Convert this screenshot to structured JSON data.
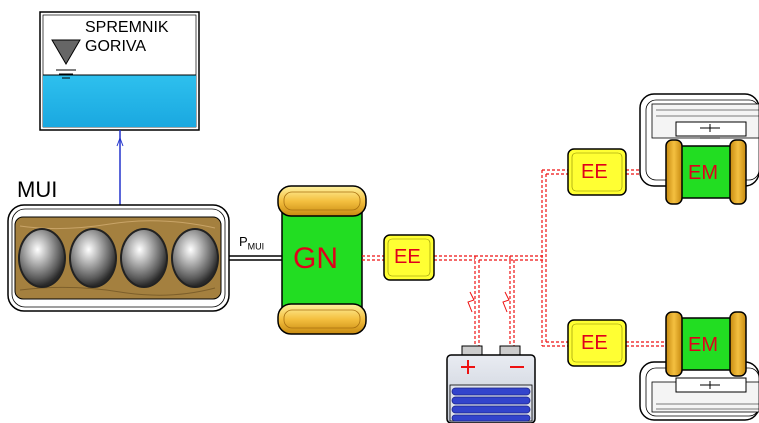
{
  "tank": {
    "line1": "SPREMNIK",
    "line2": "GORIVA"
  },
  "engine": {
    "label": "MUI"
  },
  "shaft": {
    "label_main": "P",
    "label_sub": "MUI"
  },
  "generator": {
    "label": "GN"
  },
  "converters": {
    "ee_main": "EE",
    "ee_top": "EE",
    "ee_bottom": "EE"
  },
  "motors": {
    "em_top": "EM",
    "em_bottom": "EM"
  },
  "colors": {
    "fuel": "#1eb4e6",
    "fuel_line": "#2233cc",
    "engine_wood": "#a4803f",
    "generator": "#22dd22",
    "generator_caps": "#f4c040",
    "converter": "#ffff33",
    "electric_line": "#ee1111",
    "battery": "#3344cc",
    "label_red": "#e0001b"
  },
  "icons": [
    "water-level-triangle-icon",
    "battery-plus-icon",
    "battery-minus-icon",
    "lightning-arrow-icon"
  ]
}
